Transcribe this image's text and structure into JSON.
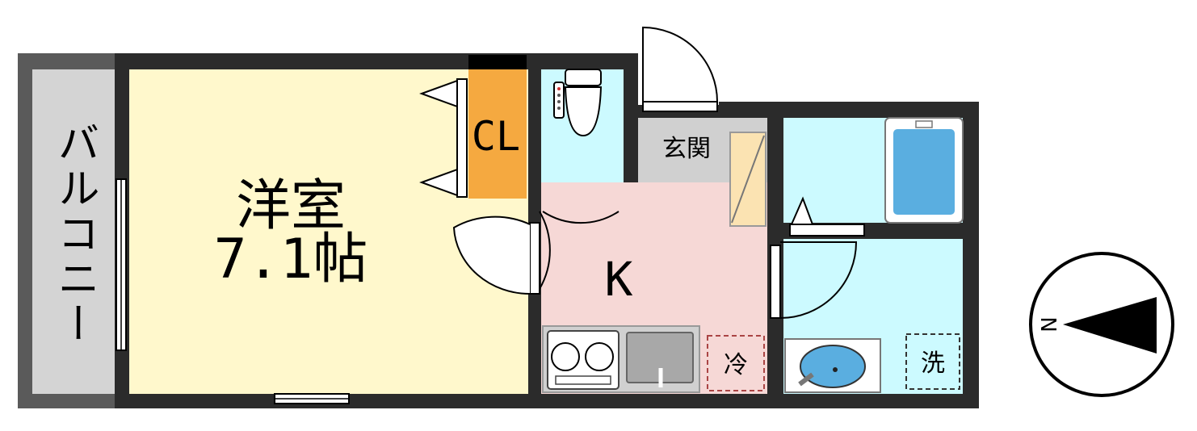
{
  "rooms": {
    "balcony": "バルコニー",
    "western_room": "洋室",
    "western_room_size": "7.1帖",
    "closet": "CL",
    "entrance": "玄関",
    "kitchen": "K",
    "fridge": "冷",
    "washer": "洗"
  },
  "compass": {
    "north_letter": "N"
  },
  "colors": {
    "wall": "#2b2b2b",
    "balcony": "#d4d4d4",
    "western_room": "#fff8cc",
    "closet": "#f5a940",
    "wet_area": "#ccfaff",
    "kitchen": "#f6d8d6",
    "entrance": "#d0d0d0",
    "shoe_box": "#fbe3b2",
    "bathtub": "#5aaee0"
  }
}
